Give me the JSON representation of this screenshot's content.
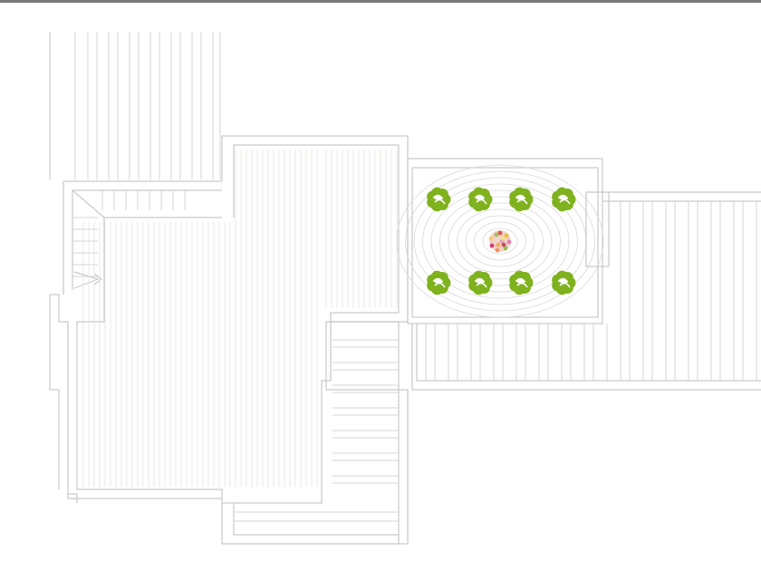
{
  "drawing": {
    "kind": "floor-plan",
    "colors": {
      "background": "#ffffff",
      "wall": "#c9c9c9",
      "plank": "#d4d4d4",
      "frame": "#7a7a7a",
      "shrub": "#7fb21e",
      "shrub_leaf": "#ffffff",
      "flower_centre": "#e8b0a0"
    },
    "symbols": [
      "stair",
      "deck",
      "shrub",
      "flower-bed"
    ],
    "shrub_count": 8
  }
}
